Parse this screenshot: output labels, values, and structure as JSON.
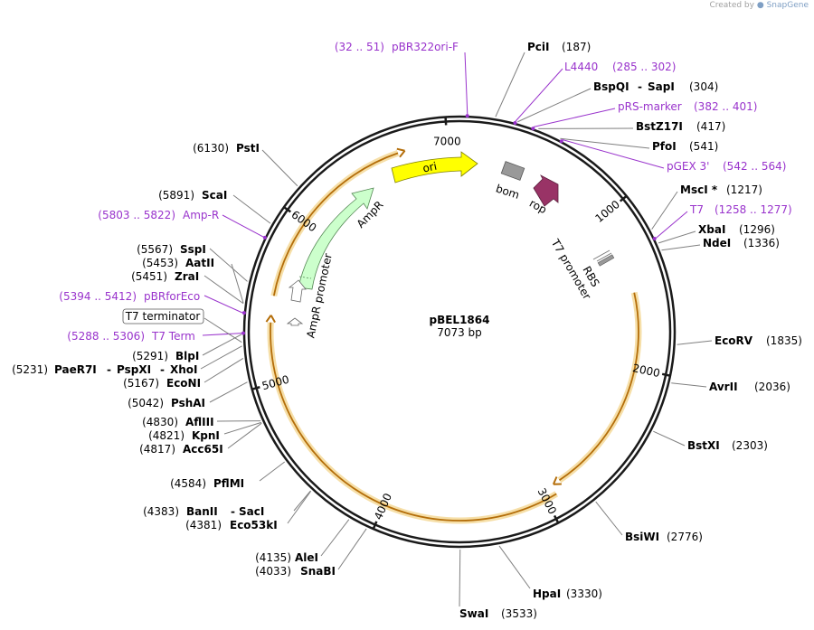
{
  "brand": {
    "created_by": "Created by",
    "logo_icon": "snapgene-logo-icon",
    "name": "SnapGene"
  },
  "plasmid": {
    "name": "pBEL1864",
    "length": "7073 bp",
    "total_bp": 7073
  },
  "ticks": [
    "1000",
    "2000",
    "3000",
    "4000",
    "5000",
    "6000",
    "7000"
  ],
  "sites": {
    "pcil": {
      "name": "PciI",
      "pos": "(187)"
    },
    "l4440": {
      "name": "L4440",
      "range": "(285 .. 302)"
    },
    "bspqi": {
      "name": "BspQI",
      "sep": "-",
      "name2": "SapI",
      "pos": "(304)"
    },
    "prs_marker": {
      "name": "pRS-marker",
      "range": "(382 .. 401)"
    },
    "bstz17i": {
      "name": "BstZ17I",
      "pos": "(417)"
    },
    "pfoi": {
      "name": "PfoI",
      "pos": "(541)"
    },
    "pgex3": {
      "name": "pGEX 3'",
      "range": "(542 .. 564)"
    },
    "msci": {
      "name": "MscI *",
      "pos": "(1217)"
    },
    "t7": {
      "name": "T7",
      "range": "(1258 .. 1277)"
    },
    "xbai": {
      "name": "XbaI",
      "pos": "(1296)"
    },
    "ndei": {
      "name": "NdeI",
      "pos": "(1336)"
    },
    "ecorv": {
      "name": "EcoRV",
      "pos": "(1835)"
    },
    "avrii": {
      "name": "AvrII",
      "pos": "(2036)"
    },
    "bstxi": {
      "name": "BstXI",
      "pos": "(2303)"
    },
    "bsiwi": {
      "name": "BsiWI",
      "pos": "(2776)"
    },
    "hpai": {
      "name": "HpaI",
      "pos": "(3330)"
    },
    "swai": {
      "name": "SwaI",
      "pos": "(3533)"
    },
    "snabi": {
      "name": "SnaBI",
      "pos": "(4033)"
    },
    "alei": {
      "name": "AleI",
      "pos": "(4135)"
    },
    "eco53ki": {
      "name": "Eco53kI",
      "pos": "(4381)"
    },
    "banii": {
      "name": "BanII",
      "sep": "-",
      "name2": "SacI",
      "pos": "(4383)"
    },
    "pflmi": {
      "name": "PflMI",
      "pos": "(4584)"
    },
    "acc65i": {
      "name": "Acc65I",
      "pos": "(4817)"
    },
    "kpni": {
      "name": "KpnI",
      "pos": "(4821)"
    },
    "afliii": {
      "name": "AflIII",
      "pos": "(4830)"
    },
    "pshai": {
      "name": "PshAI",
      "pos": "(5042)"
    },
    "ecoNI": {
      "name": "EcoNI",
      "pos": "(5167)"
    },
    "paer7i": {
      "pos": "(5231)",
      "name": "PaeR7I",
      "sep": "-",
      "name2": "PspXI",
      "sep2": "-",
      "name3": "XhoI"
    },
    "blpi": {
      "name": "BlpI",
      "pos": "(5291)"
    },
    "t7_term": {
      "name": "T7 Term",
      "range": "(5288 .. 5306)"
    },
    "t7_terminator": {
      "name": "T7 terminator"
    },
    "pbrforeco": {
      "name": "pBRforEco",
      "range": "(5394 .. 5412)"
    },
    "zrai": {
      "name": "ZraI",
      "pos": "(5451)"
    },
    "aatii": {
      "name": "AatII",
      "pos": "(5453)"
    },
    "sspi": {
      "name": "SspI",
      "pos": "(5567)"
    },
    "amp_r": {
      "name": "Amp-R",
      "range": "(5803 .. 5822)"
    },
    "scai": {
      "name": "ScaI",
      "pos": "(5891)"
    },
    "psti": {
      "name": "PstI",
      "pos": "(6130)"
    },
    "pbr322ori": {
      "name": "pBR322ori-F",
      "range": "(32 .. 51)"
    }
  },
  "features": {
    "ori": "ori",
    "bom": "bom",
    "rop": "rop",
    "ampr": "AmpR",
    "ampr_promoter": "AmpR promoter",
    "t7_promoter": "T7 promoter",
    "rbs": "RBS"
  },
  "colors": {
    "backbone": "#1a1a1a",
    "primer": "#9933cc",
    "ori": "#ffff00",
    "ampr": "#ccffcc",
    "rop": "#993366",
    "bom": "#999999",
    "orf": "#f0c060"
  }
}
